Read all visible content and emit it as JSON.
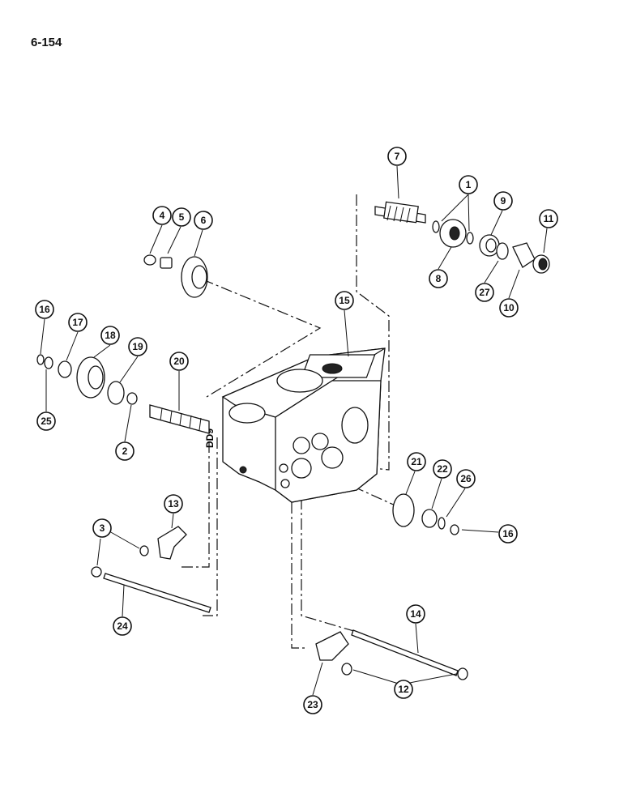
{
  "page": {
    "number": "6-154"
  },
  "diagram": {
    "callouts": [
      {
        "label": "1"
      },
      {
        "label": "2"
      },
      {
        "label": "3"
      },
      {
        "label": "4"
      },
      {
        "label": "5"
      },
      {
        "label": "6"
      },
      {
        "label": "7"
      },
      {
        "label": "8"
      },
      {
        "label": "9"
      },
      {
        "label": "10"
      },
      {
        "label": "11"
      },
      {
        "label": "12"
      },
      {
        "label": "13"
      },
      {
        "label": "14"
      },
      {
        "label": "15"
      },
      {
        "label": "16"
      },
      {
        "label": "16"
      },
      {
        "label": "17"
      },
      {
        "label": "18"
      },
      {
        "label": "19"
      },
      {
        "label": "20"
      },
      {
        "label": "21"
      },
      {
        "label": "22"
      },
      {
        "label": "23"
      },
      {
        "label": "24"
      },
      {
        "label": "25"
      },
      {
        "label": "26"
      },
      {
        "label": "27"
      }
    ],
    "housing_marking": "DD9"
  }
}
